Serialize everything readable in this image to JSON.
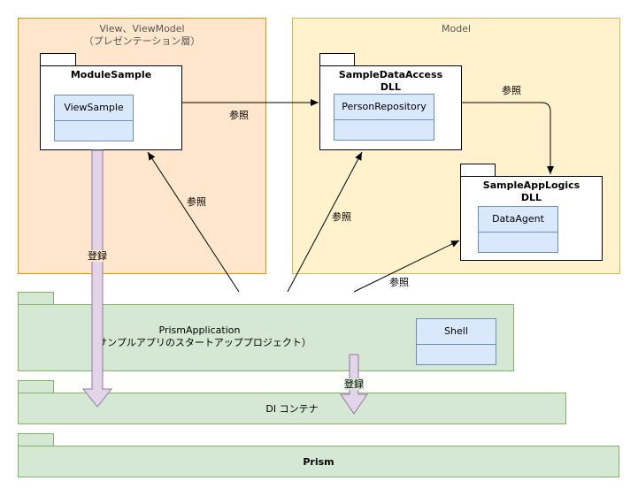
{
  "regions": {
    "presentation_line1": "View、ViewModel",
    "presentation_line2": "（プレゼンテーション層）",
    "model": "Model"
  },
  "packages": {
    "module_sample": "ModuleSample",
    "data_access_line1": "SampleDataAccess",
    "data_access_line2": "DLL",
    "app_logics_line1": "SampleAppLogics",
    "app_logics_line2": "DLL"
  },
  "classes": {
    "view_sample": "ViewSample",
    "person_repository": "PersonRepository",
    "data_agent": "DataAgent",
    "shell": "Shell"
  },
  "layers": {
    "prism_app_line1": "PrismApplication",
    "prism_app_line2": "（サンプルアプリのスタートアッププロジェクト）",
    "di_container": "DI コンテナ",
    "prism": "Prism"
  },
  "edges": {
    "ref_label": "参照",
    "register_label": "登録"
  },
  "colors": {
    "presentation_fill": "#ffe6cc",
    "presentation_stroke": "#d79b00",
    "model_fill": "#fff2cc",
    "model_stroke": "#d6b656",
    "class_fill": "#dae8fc",
    "class_stroke": "#6c8ebf",
    "layer_fill": "#d5e8d4",
    "layer_stroke": "#82b366",
    "register_arrow_fill": "#e1d5e7",
    "register_arrow_stroke": "#9673a6"
  }
}
